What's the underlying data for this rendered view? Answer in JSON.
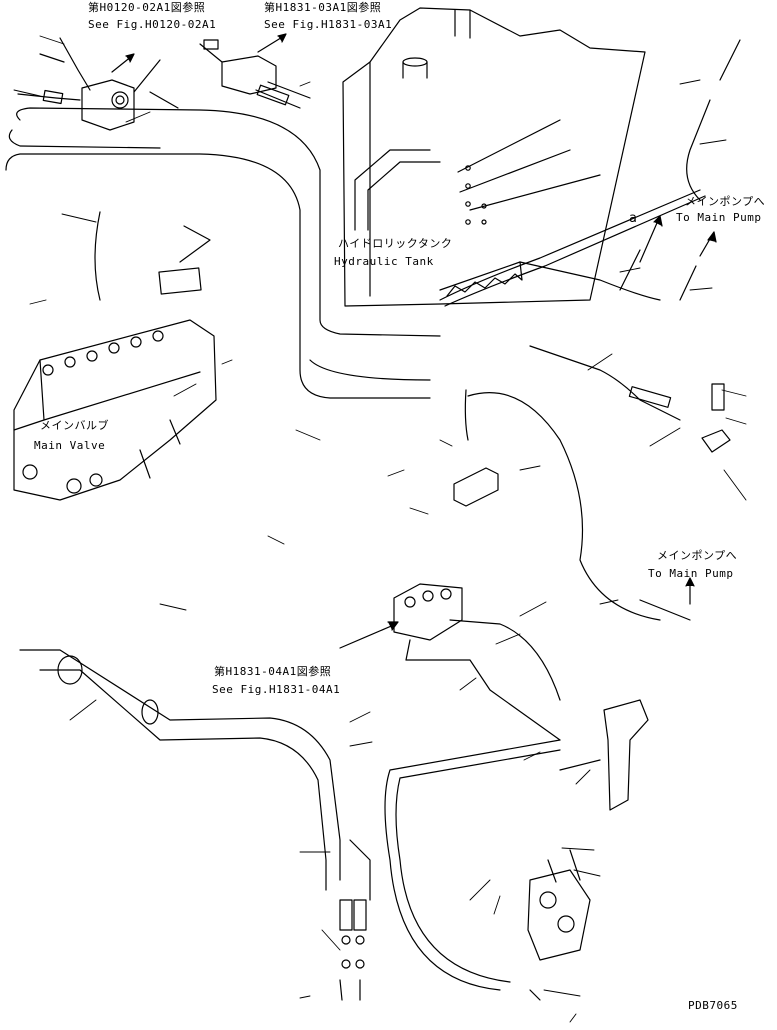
{
  "references": {
    "h0120_jp": "第H0120-02A1図参照",
    "h0120_en": "See Fig.H0120-02A1",
    "h1831_03_jp": "第H1831-03A1図参照",
    "h1831_03_en": "See Fig.H1831-03A1",
    "h1831_04_jp": "第H1831-04A1図参照",
    "h1831_04_en": "See Fig.H1831-04A1"
  },
  "components": {
    "tank_jp": "ハイドロリックタンク",
    "tank_en": "Hydraulic Tank",
    "valve_jp": "メインバルブ",
    "valve_en": "Main Valve",
    "pump_jp": "メインポンプへ",
    "pump_en": "To Main Pump"
  },
  "callouts": {
    "a": "a"
  },
  "drawing_number": "PDB7065"
}
